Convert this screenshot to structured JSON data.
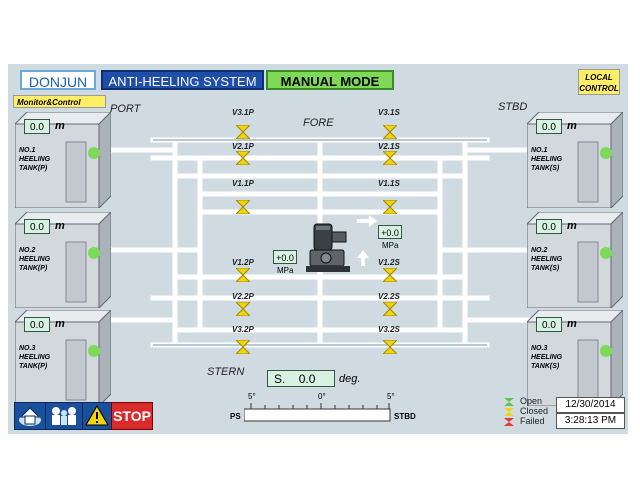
{
  "header": {
    "brand": "DONJUN",
    "system_title": "ANTI-HEELING SYSTEM",
    "mode": "MANUAL MODE",
    "local_control": [
      "LOCAL",
      "CONTROL"
    ],
    "monitor_control": "Monitor&Control"
  },
  "labels": {
    "port": "PORT",
    "stbd": "STBD",
    "fore": "FORE",
    "stern": "STERN"
  },
  "tanks": {
    "port": [
      {
        "value": "0.0",
        "unit": "m",
        "name": [
          "NO.1",
          "HEELING",
          "TANK(P)"
        ]
      },
      {
        "value": "0.0",
        "unit": "m",
        "name": [
          "NO.2",
          "HEELING",
          "TANK(P)"
        ]
      },
      {
        "value": "0.0",
        "unit": "m",
        "name": [
          "NO.3",
          "HEELING",
          "TANK(P)"
        ]
      }
    ],
    "stbd": [
      {
        "value": "0.0",
        "unit": "m",
        "name": [
          "NO.1",
          "HEELING",
          "TANK(S)"
        ]
      },
      {
        "value": "0.0",
        "unit": "m",
        "name": [
          "NO.2",
          "HEELING",
          "TANK(S)"
        ]
      },
      {
        "value": "0.0",
        "unit": "m",
        "name": [
          "NO.3",
          "HEELING",
          "TANK(S)"
        ]
      }
    ]
  },
  "valves": {
    "v31p": "V3.1P",
    "v21p": "V2.1P",
    "v11p": "V1.1P",
    "v12p": "V1.2P",
    "v22p": "V2.2P",
    "v32p": "V3.2P",
    "v31s": "V3.1S",
    "v21s": "V2.1S",
    "v11s": "V1.1S",
    "v12s": "V1.2S",
    "v22s": "V2.2S",
    "v32s": "V3.2S"
  },
  "pump": {
    "left_pressure": "+0.0",
    "left_unit": "MPa",
    "right_pressure": "+0.0",
    "right_unit": "MPa"
  },
  "heel": {
    "prefix": "S.",
    "value": "0.0",
    "unit": "deg.",
    "scale_left": "5°",
    "scale_center": "0°",
    "scale_right": "5°",
    "left_label": "PS",
    "right_label": "STBD"
  },
  "legend": {
    "open": "Open",
    "closed": "Closed",
    "failed": "Failed"
  },
  "datetime": {
    "date": "12/30/2014",
    "time": "3:28:13 PM"
  },
  "toolbar": {
    "stop": "STOP"
  },
  "colors": {
    "valve": "#f2d312",
    "status_green": "#7ed957",
    "screen_bg": "#cfdbe0",
    "pipe": "#ffffff"
  }
}
